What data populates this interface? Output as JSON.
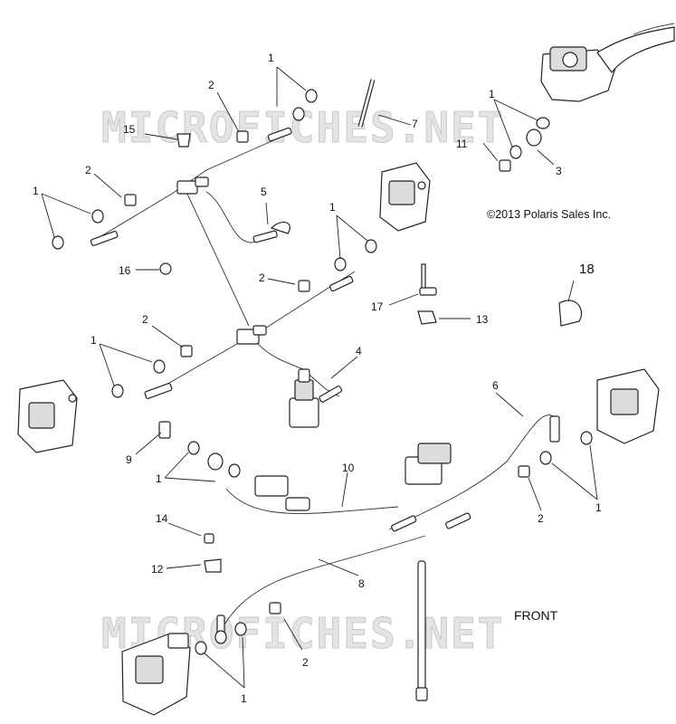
{
  "watermark": "MICROFICHES.NET",
  "copyright": "©2013 Polaris Sales Inc.",
  "orientation_label": "FRONT",
  "callouts": {
    "c1": "1",
    "c2": "2",
    "c3": "3",
    "c4": "4",
    "c5": "5",
    "c6": "6",
    "c7": "7",
    "c8": "8",
    "c9": "9",
    "c10": "10",
    "c11": "11",
    "c12": "12",
    "c13": "13",
    "c14": "14",
    "c15": "15",
    "c16": "16",
    "c17": "17",
    "c18": "18"
  }
}
